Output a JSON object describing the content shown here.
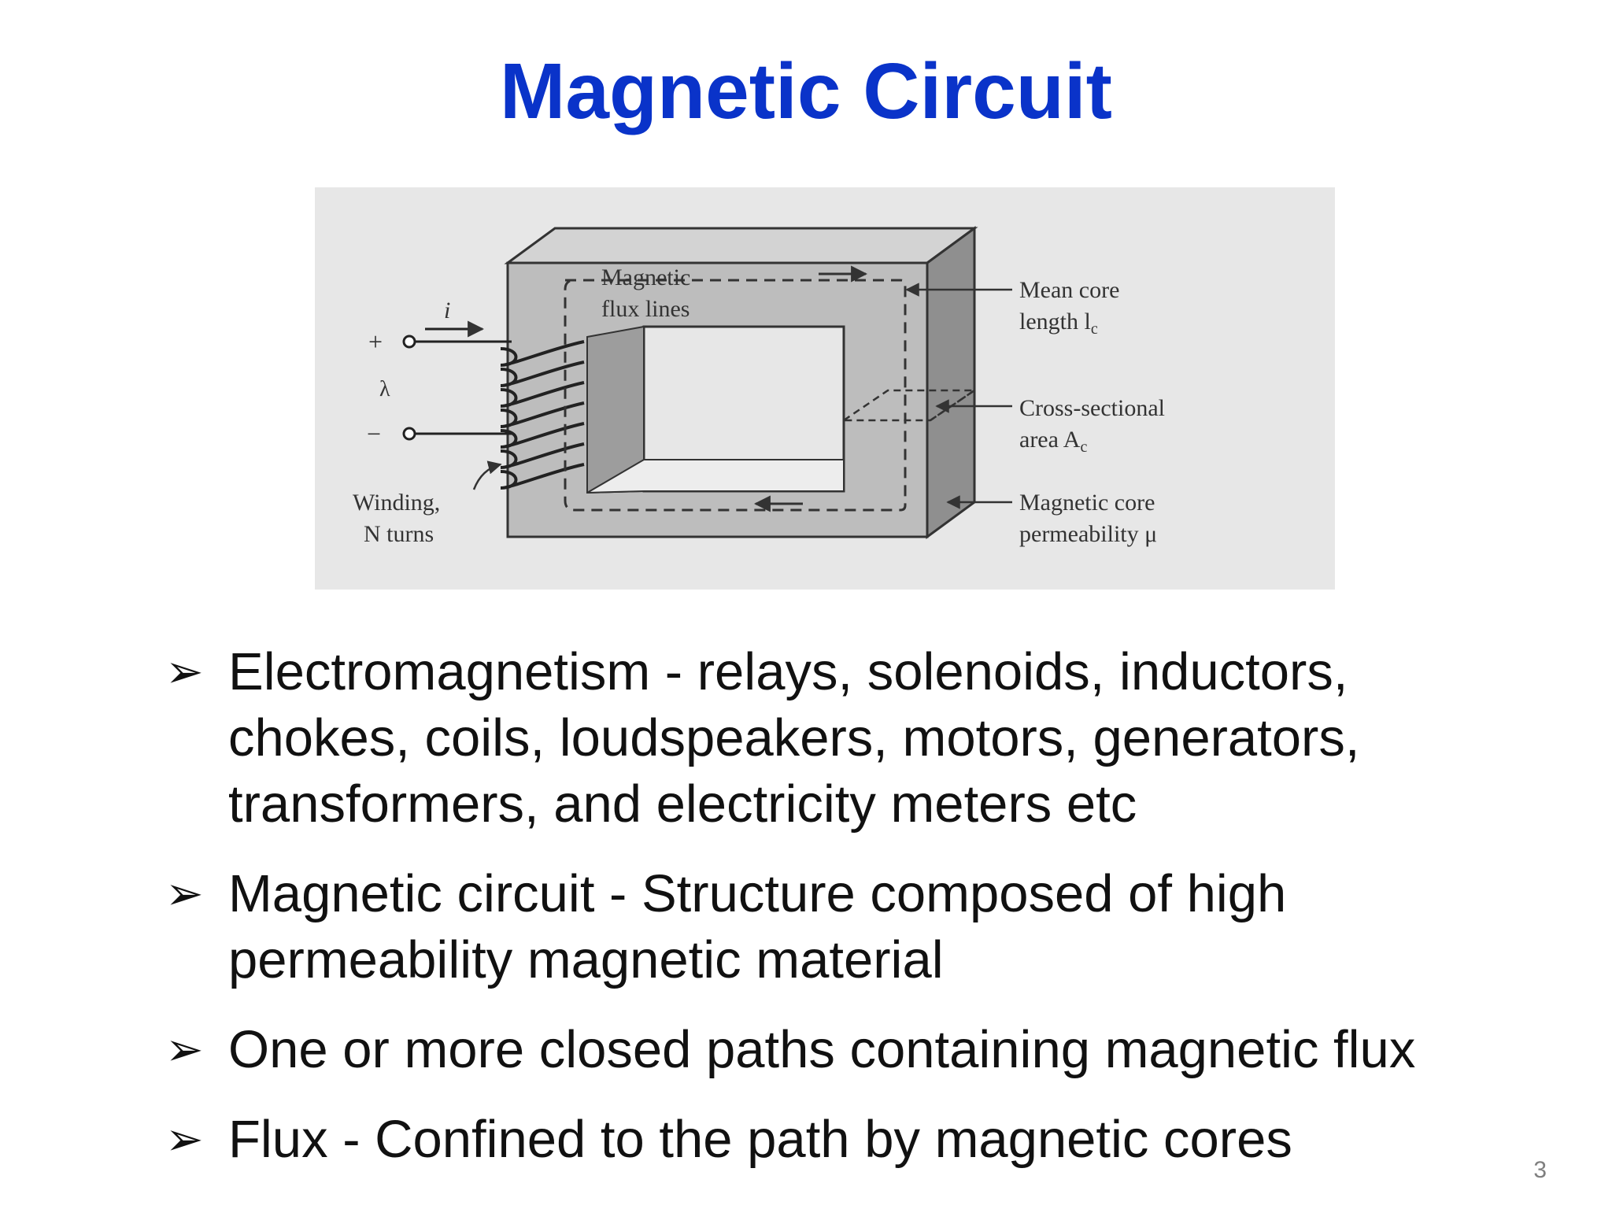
{
  "title": "Magnetic Circuit",
  "figure": {
    "labels": {
      "flux_line1": "Magnetic",
      "flux_line2": "flux lines",
      "current": "i",
      "plus": "+",
      "minus": "−",
      "lambda": "λ",
      "winding_line1": "Winding,",
      "winding_line2": "N turns",
      "mean_core_line1": "Mean core",
      "mean_core_line2": "length l",
      "mean_core_sub": "c",
      "cross_line1": "Cross-sectional",
      "cross_line2": "area A",
      "cross_sub": "c",
      "perm_line1": "Magnetic core",
      "perm_line2": "permeability μ"
    }
  },
  "bullet_icon": "arrowhead-bullet-icon",
  "bullets": [
    {
      "line1": "Electromagnetism - relays, solenoids, inductors,",
      "line2": "chokes, coils, loudspeakers, motors, generators,",
      "line3": "transformers, and electricity meters etc"
    },
    {
      "line1": "Magnetic circuit - Structure composed of high",
      "line2": "permeability magnetic material"
    },
    {
      "line1": "One or more closed paths containing magnetic flux"
    },
    {
      "line1": "Flux - Confined to the path by magnetic cores"
    }
  ],
  "page_number": "3",
  "colors": {
    "title": "#0a33c9",
    "figure_background": "#e7e7e7",
    "core_front": "#bdbdbd",
    "core_side": "#8f8f8f",
    "core_top": "#d3d3d3"
  }
}
